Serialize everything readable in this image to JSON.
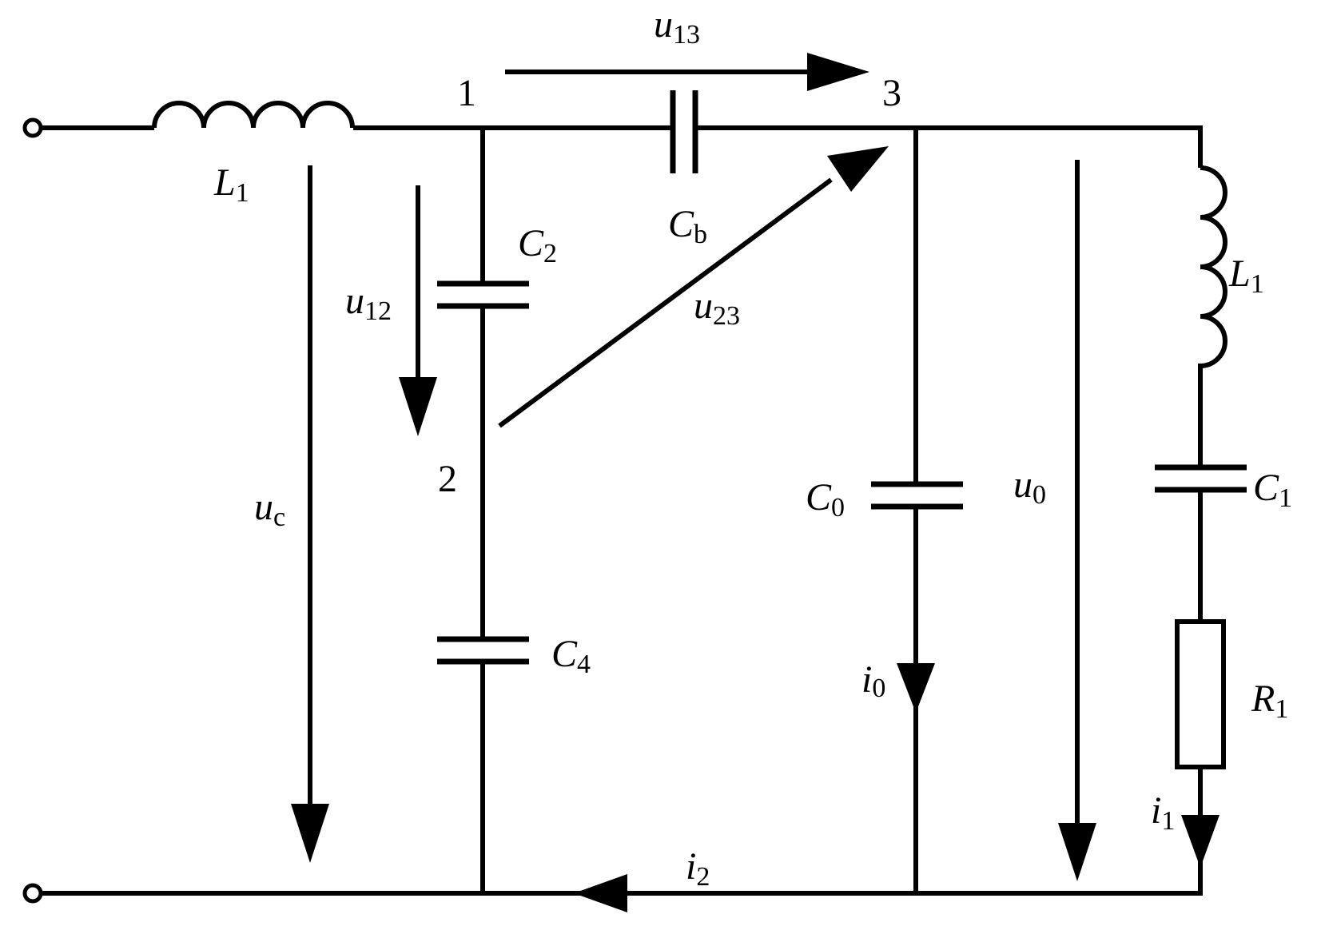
{
  "diagram": {
    "nodes": {
      "n1": "1",
      "n2": "2",
      "n3": "3"
    },
    "components": {
      "L_in": {
        "main": "L",
        "sub": "1"
      },
      "C2": {
        "main": "C",
        "sub": "2"
      },
      "Cb": {
        "main": "C",
        "sub": "b"
      },
      "C4": {
        "main": "C",
        "sub": "4"
      },
      "C0": {
        "main": "C",
        "sub": "0"
      },
      "L_out": {
        "main": "L",
        "sub": "1"
      },
      "C1": {
        "main": "C",
        "sub": "1"
      },
      "R1": {
        "main": "R",
        "sub": "1"
      }
    },
    "voltages": {
      "u13": {
        "main": "u",
        "sub": "13"
      },
      "u12": {
        "main": "u",
        "sub": "12"
      },
      "u23": {
        "main": "u",
        "sub": "23"
      },
      "uc": {
        "main": "u",
        "sub": "c"
      },
      "u0": {
        "main": "u",
        "sub": "0"
      }
    },
    "currents": {
      "i0": {
        "main": "i",
        "sub": "0"
      },
      "i1": {
        "main": "i",
        "sub": "1"
      },
      "i2": {
        "main": "i",
        "sub": "2"
      }
    }
  }
}
